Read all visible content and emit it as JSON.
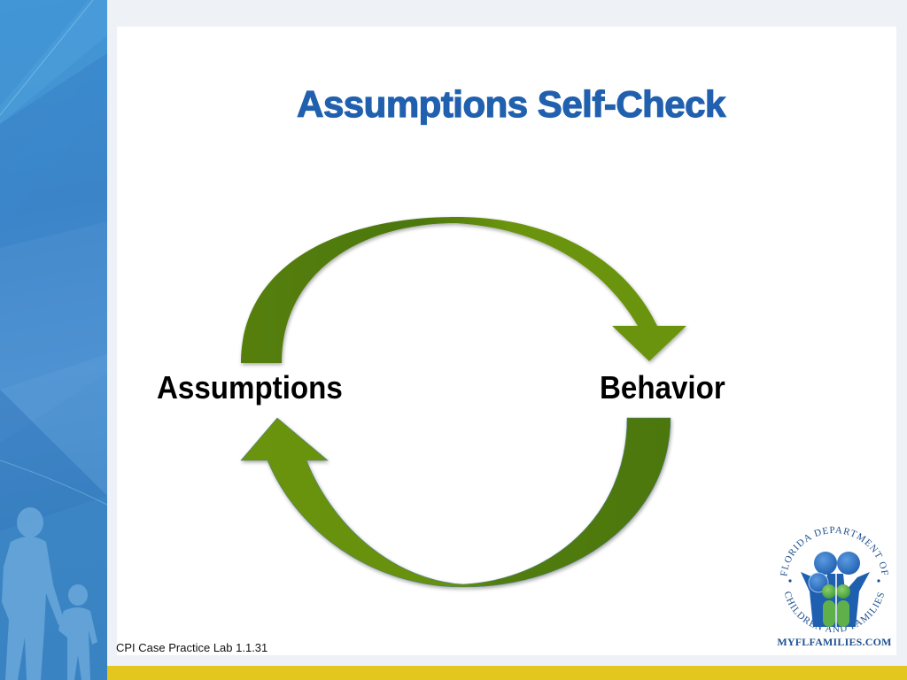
{
  "slide": {
    "title": "Assumptions Self-Check",
    "footer": "CPI Case Practice Lab 1.1.31"
  },
  "diagram": {
    "type": "cycle",
    "nodes": [
      {
        "id": "assumptions",
        "label": "Assumptions"
      },
      {
        "id": "behavior",
        "label": "Behavior"
      }
    ],
    "edges": [
      {
        "from": "assumptions",
        "to": "behavior",
        "shape": "curved-arrow-top"
      },
      {
        "from": "behavior",
        "to": "assumptions",
        "shape": "curved-arrow-bottom"
      }
    ],
    "arrow_color_light": "#6a9410",
    "arrow_color_dark": "#4e7a0c"
  },
  "logo": {
    "ring_text_top": "FLORIDA DEPARTMENT OF",
    "ring_text_bottom": "CHILDREN AND FAMILIES",
    "url": "MYFLFAMILIES.COM"
  },
  "colors": {
    "title_blue": "#2060ae",
    "left_panel_blue": "#3d86c8",
    "background": "#eef2f7",
    "yellow_strip": "#e3c71e"
  }
}
